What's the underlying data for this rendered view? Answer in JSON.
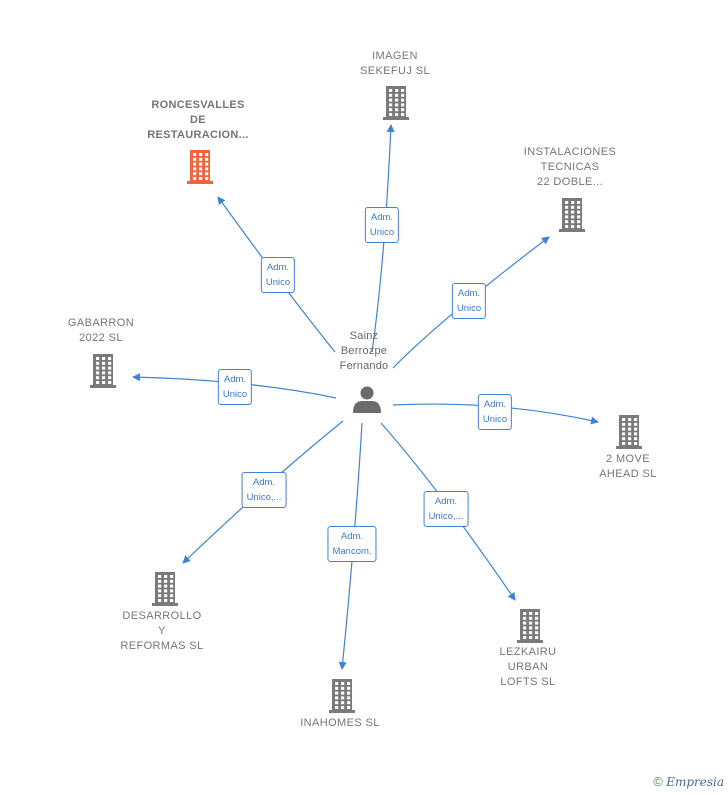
{
  "person": {
    "name": "Sainz\nBerrozpe\nFernando",
    "icon": "person-icon"
  },
  "companies": [
    {
      "id": "roncesvalles",
      "label": "RONCESVALLES\nDE\nRESTAURACION...",
      "highlight": true,
      "color": "#f0653a"
    },
    {
      "id": "imagen",
      "label": "IMAGEN\nSEKEFUJ  SL",
      "highlight": false,
      "color": "#7a7a7a"
    },
    {
      "id": "instalaciones",
      "label": "INSTALACIONES\nTECNICAS\n22 DOBLE...",
      "highlight": false,
      "color": "#7a7a7a"
    },
    {
      "id": "gabarron",
      "label": "GABARRON\n2022  SL",
      "highlight": false,
      "color": "#7a7a7a"
    },
    {
      "id": "2move",
      "label": "2 MOVE\nAHEAD  SL",
      "highlight": false,
      "color": "#7a7a7a"
    },
    {
      "id": "desarrollo",
      "label": "DESARROLLO\nY\nREFORMAS SL",
      "highlight": false,
      "color": "#7a7a7a"
    },
    {
      "id": "inahomes",
      "label": "INAHOMES  SL",
      "highlight": false,
      "color": "#7a7a7a"
    },
    {
      "id": "lezkairu",
      "label": "LEZKAIRU\nURBAN\nLOFTS  SL",
      "highlight": false,
      "color": "#7a7a7a"
    }
  ],
  "edges": [
    {
      "to": "roncesvalles",
      "label": "Adm.\nUnico"
    },
    {
      "to": "imagen",
      "label": "Adm.\nUnico"
    },
    {
      "to": "instalaciones",
      "label": "Adm.\nUnico"
    },
    {
      "to": "gabarron",
      "label": "Adm.\nUnico"
    },
    {
      "to": "2move",
      "label": "Adm.\nUnico"
    },
    {
      "to": "desarrollo",
      "label": "Adm.\nUnico,..."
    },
    {
      "to": "inahomes",
      "label": "Adm.\nMancom."
    },
    {
      "to": "lezkairu",
      "label": "Adm.\nUnico,..."
    }
  ],
  "colors": {
    "edge": "#3f83d6",
    "building": "#7a7a7a",
    "highlight": "#f0653a",
    "person": "#6b6b6b"
  },
  "footer": {
    "copyright": "©",
    "brand": "Empresia"
  }
}
